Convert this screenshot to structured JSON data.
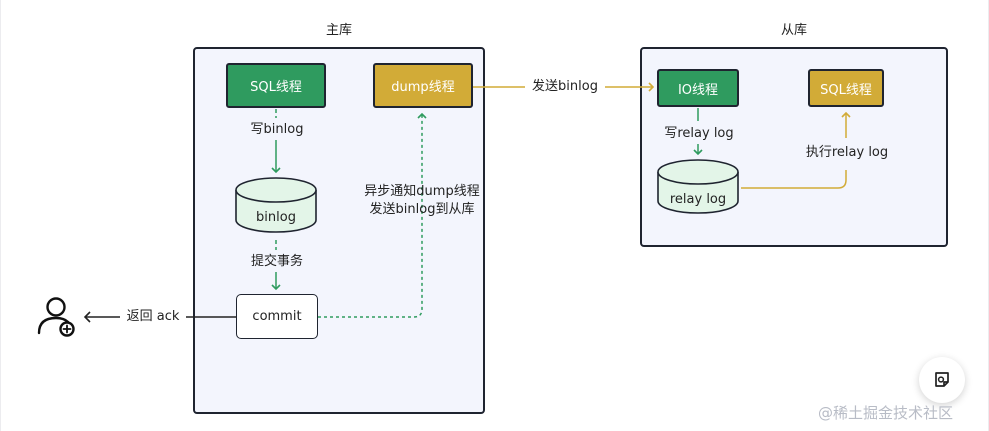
{
  "master": {
    "title": "主库",
    "sql_thread": "SQL线程",
    "dump_thread": "dump线程",
    "write_binlog": "写binlog",
    "binlog": "binlog",
    "commit_tx": "提交事务",
    "commit": "commit",
    "notify_line1": "异步通知dump线程",
    "notify_line2": "发送binlog到从库"
  },
  "link": {
    "send_binlog": "发送binlog",
    "return_ack": "返回 ack"
  },
  "slave": {
    "title": "从库",
    "io_thread": "IO线程",
    "sql_thread": "SQL线程",
    "write_relay_log": "写relay log",
    "relay_log": "relay log",
    "exec_relay_log": "执行relay log"
  },
  "icons": {
    "user": "user-add-icon",
    "fab": "feedback-icon"
  },
  "colors": {
    "green": "#2f9b5f",
    "yellow": "#d2ab37",
    "panel_bg": "#f3f5fd",
    "db_fill": "#e3f5e8"
  },
  "watermark": "@稀土掘金技术社区"
}
